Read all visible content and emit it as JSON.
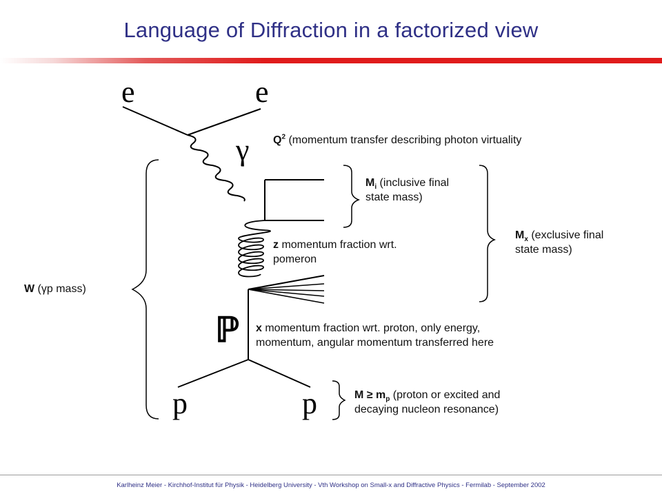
{
  "title": "Language of Diffraction in a factorized view",
  "footer": "Karlheinz Meier - Kirchhof-Institut für Physik - Heidelberg University - Vth Workshop on Small-x and Diffractive Physics - Fermilab - September 2002",
  "colors": {
    "title": "#2f3086",
    "rule": "#e01b1b",
    "lines": "#000000"
  },
  "diagram": {
    "particle_e_in": "e",
    "particle_e_out": "e",
    "particle_gamma": "γ",
    "particle_pomeron": "ℙ",
    "particle_p_in": "p",
    "particle_p_out": "p"
  },
  "labels": {
    "q2": {
      "sym": "Q",
      "sup": "2",
      "text": " (momentum transfer describing photon virtuality"
    },
    "mi": {
      "sym": "M",
      "sub": "i",
      "text": " (inclusive final",
      "line2": "state mass)"
    },
    "mx": {
      "sym": "M",
      "sub": "x",
      "text": " (exclusive final",
      "line2": "state mass)"
    },
    "z": {
      "sym": "z",
      "text": " momentum fraction wrt.",
      "line2": "pomeron"
    },
    "w": {
      "sym": "W",
      "text": " (γp mass)"
    },
    "x": {
      "sym": "x",
      "text": " momentum fraction wrt. proton, only energy,",
      "line2": "momentum, angular momentum transferred here"
    },
    "m": {
      "sym": "M ≥ m",
      "sub": "p",
      "text": " (proton or excited and",
      "line2": "decaying nucleon resonance)"
    }
  }
}
